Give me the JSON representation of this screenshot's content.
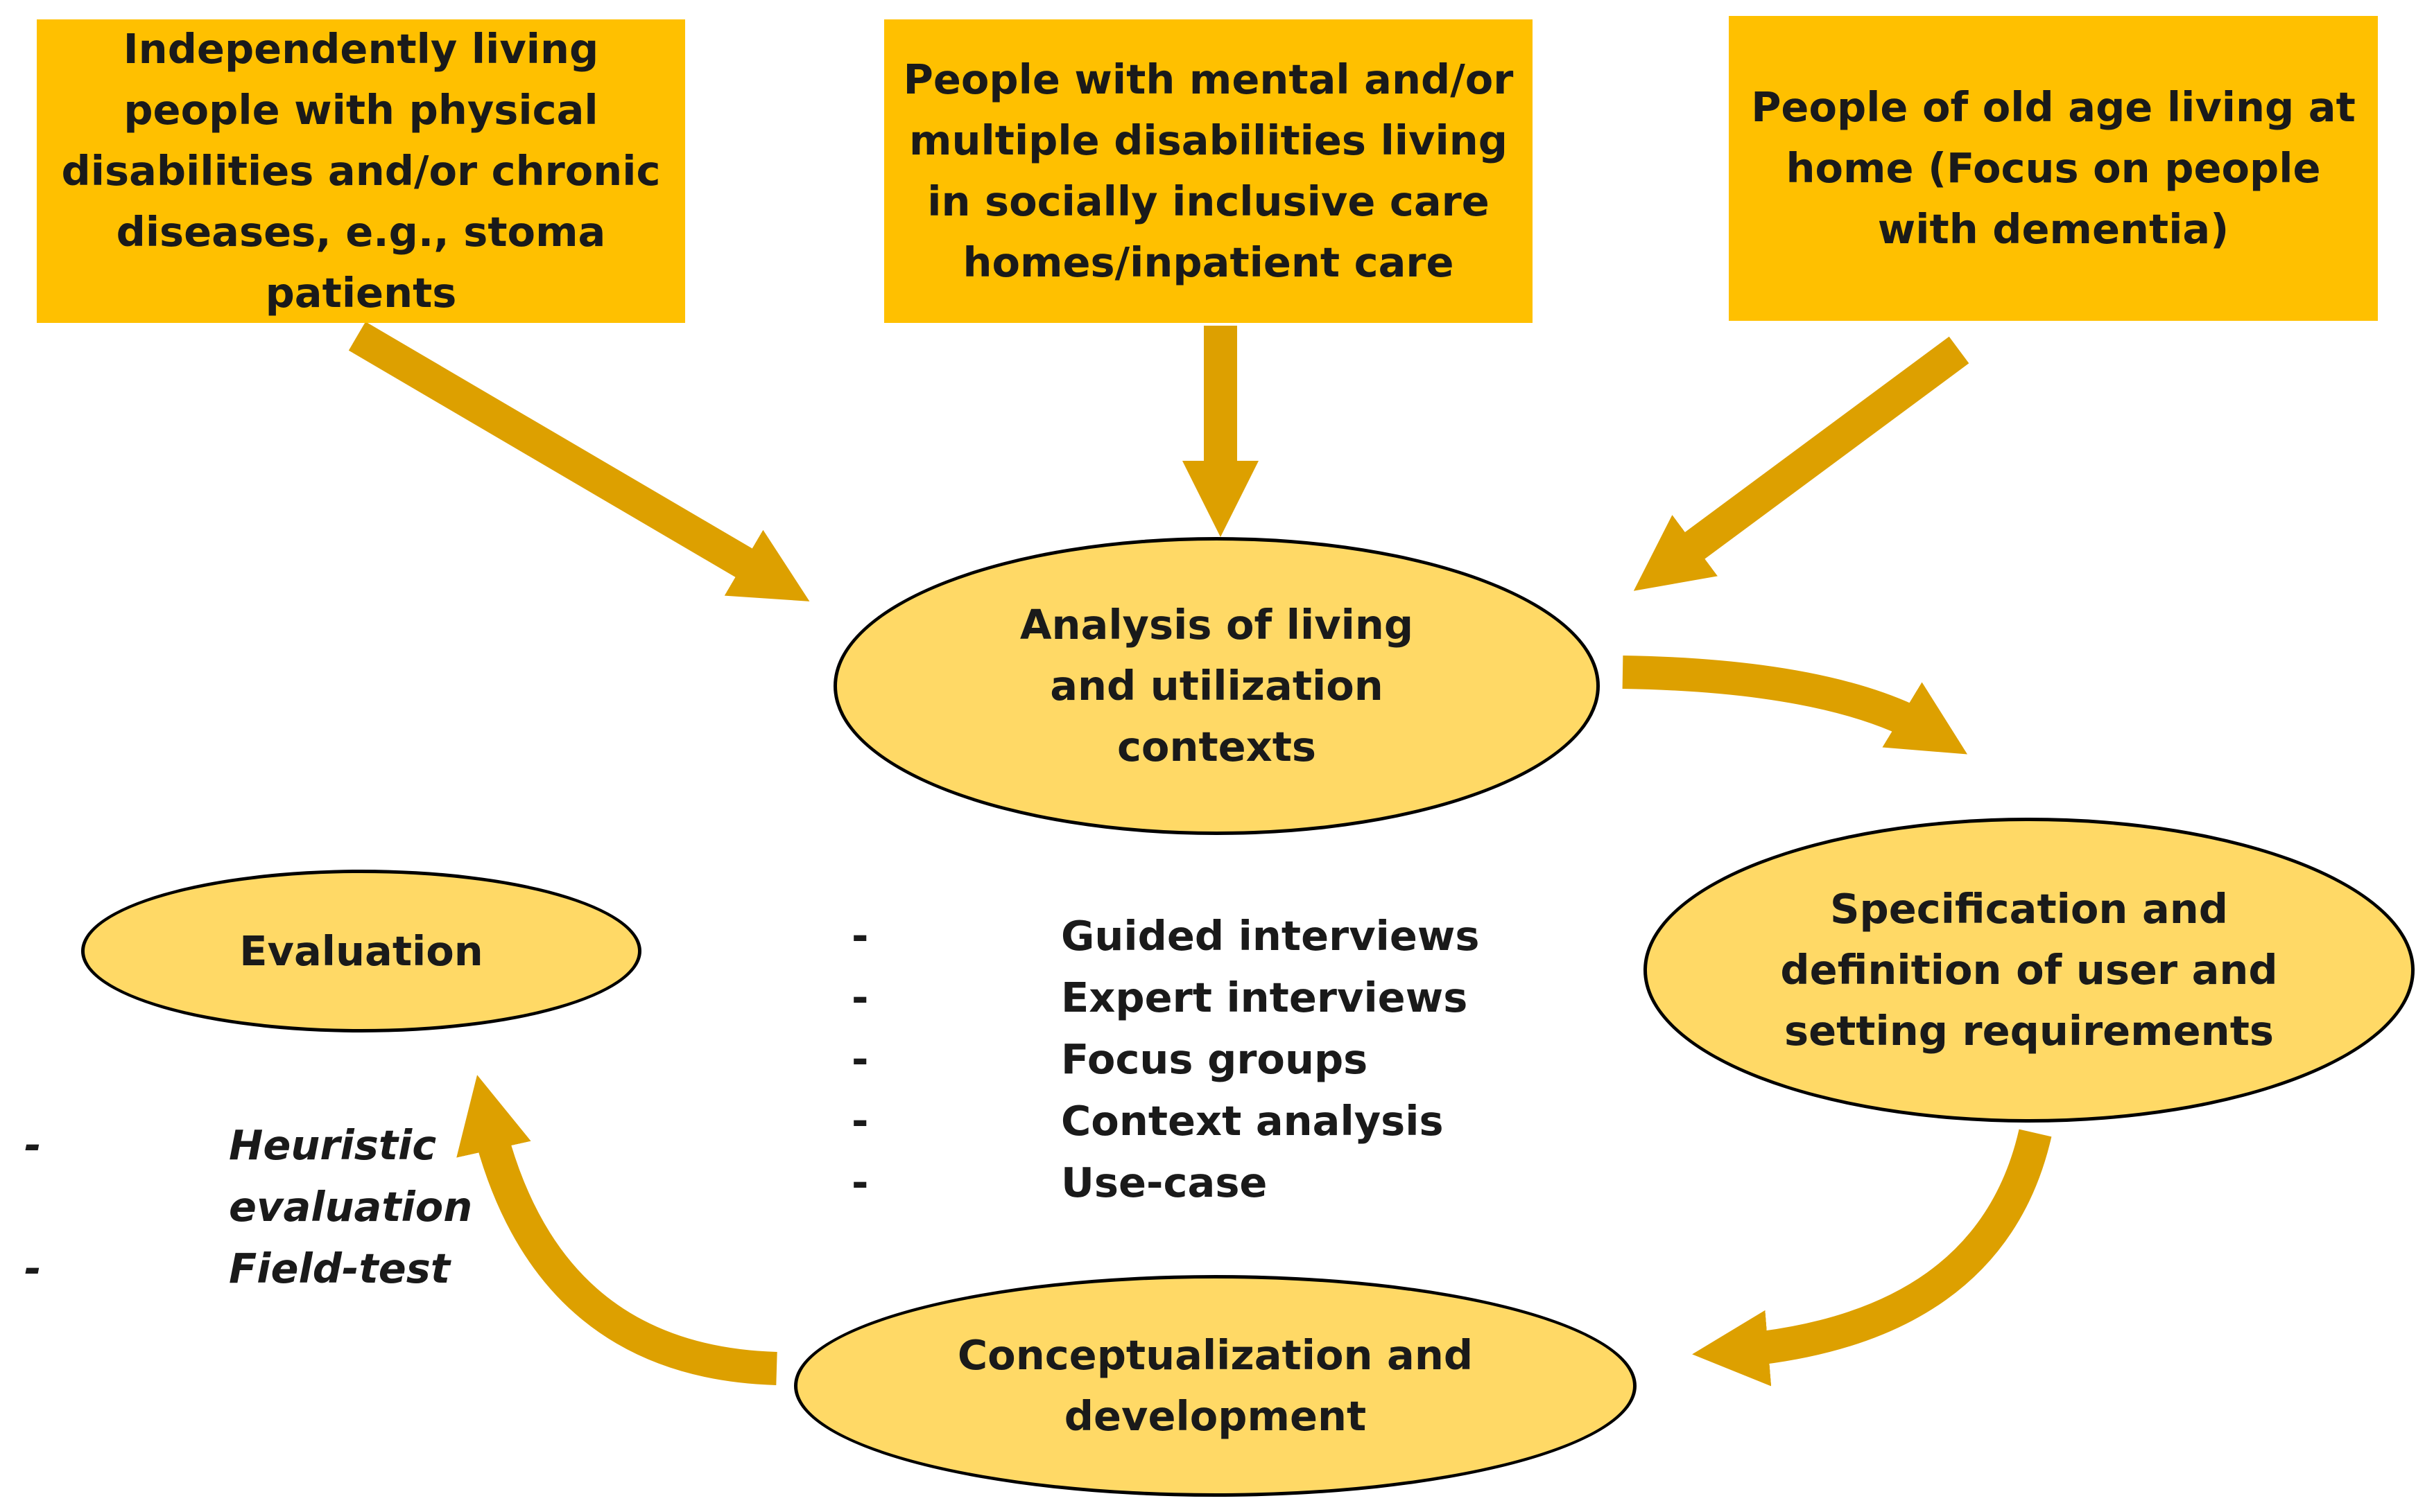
{
  "colors": {
    "box_fill": "#FFC000",
    "ellipse_fill": "#FFD966",
    "ellipse_stroke": "#000000",
    "arrow": "#DDA000",
    "text": "#1a1a1a"
  },
  "groups": [
    {
      "id": "physical",
      "label": "Independently living people with physical disabilities and/or chronic diseases, e.g., stoma patients"
    },
    {
      "id": "mental",
      "label": "People with mental and/or multiple disabilities living in socially inclusive care homes/inpatient care"
    },
    {
      "id": "old-age",
      "label": "People of old age living at home (Focus on people with dementia)"
    }
  ],
  "stages": {
    "analysis": "Analysis of living and utilization contexts",
    "specification": "Specification and definition of user and setting requirements",
    "conceptualization": "Conceptualization and development",
    "evaluation": "Evaluation"
  },
  "analysis_methods": [
    {
      "dash": "-",
      "text": "Guided interviews"
    },
    {
      "dash": "-",
      "text": "Expert interviews"
    },
    {
      "dash": "-",
      "text": "Focus groups"
    },
    {
      "dash": "-",
      "text": "Context analysis"
    },
    {
      "dash": "-",
      "text": "Use-case"
    }
  ],
  "evaluation_methods": [
    {
      "dash": "-",
      "lines": [
        "Heuristic",
        "evaluation"
      ]
    },
    {
      "dash": "-",
      "lines": [
        "Field-test"
      ]
    }
  ]
}
